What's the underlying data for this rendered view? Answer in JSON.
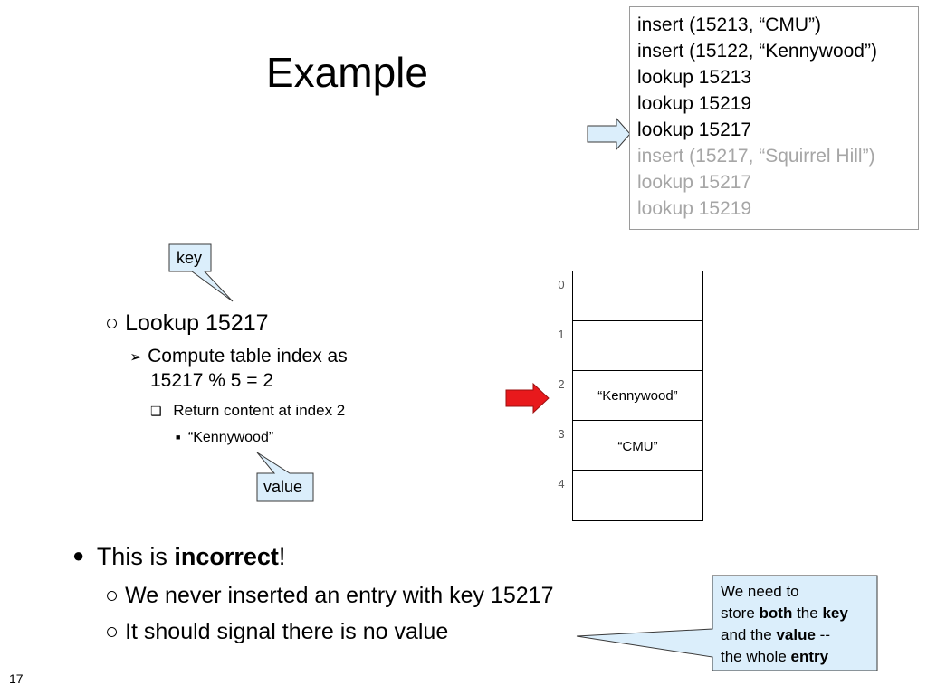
{
  "slide": {
    "title": "Example",
    "page_number": "17"
  },
  "operations": [
    {
      "text": "insert (15213, “CMU”)",
      "color": "#000000"
    },
    {
      "text": "insert (15122, “Kennywood”)",
      "color": "#000000"
    },
    {
      "text": "lookup 15213",
      "color": "#000000"
    },
    {
      "text": "lookup 15219",
      "color": "#000000"
    },
    {
      "text": "lookup 15217",
      "color": "#000000"
    },
    {
      "text": "insert (15217, “Squirrel Hill”)",
      "color": "#a6a6a6"
    },
    {
      "text": "lookup 15217",
      "color": "#a6a6a6"
    },
    {
      "text": "lookup 15219",
      "color": "#a6a6a6"
    }
  ],
  "current_operation_index": 4,
  "callouts": {
    "key": "key",
    "value": "value",
    "note": {
      "line1": "We need to",
      "line2_pre": "store ",
      "line2_bold1": "both",
      "line2_mid": " the ",
      "line2_bold2": "key",
      "line3_pre": "and the ",
      "line3_bold": "value",
      "line3_post": " --",
      "line4_pre": "the whole ",
      "line4_bold": "entry"
    }
  },
  "explanation": {
    "lookup": "Lookup 15217",
    "compute_line1": "Compute table index as",
    "compute_line2": "15217 % 5 = 2",
    "return": "Return content at index 2",
    "result": "“Kennywood”",
    "bullet_pre": "This is ",
    "bullet_bold": "incorrect",
    "bullet_post": "!",
    "sub1": "We never inserted an entry with key 15217",
    "sub2": "It should signal there is no value"
  },
  "hash_table": {
    "cells": [
      {
        "index": "0",
        "value": ""
      },
      {
        "index": "1",
        "value": ""
      },
      {
        "index": "2",
        "value": "“Kennywood”"
      },
      {
        "index": "3",
        "value": "“CMU”"
      },
      {
        "index": "4",
        "value": ""
      }
    ],
    "highlighted_index": 2
  },
  "colors": {
    "callout_fill": "#dbeefb",
    "current_arrow_fill": "#dbeefb",
    "index_arrow_fill": "#e8191c",
    "box_border": "#9a9a9a"
  },
  "icons": {
    "level1": "hollow-circle-bullet",
    "level2": "arrowhead-bullet",
    "level3": "hollow-square-bullet",
    "level4": "filled-square-bullet",
    "main": "filled-circle-bullet"
  }
}
